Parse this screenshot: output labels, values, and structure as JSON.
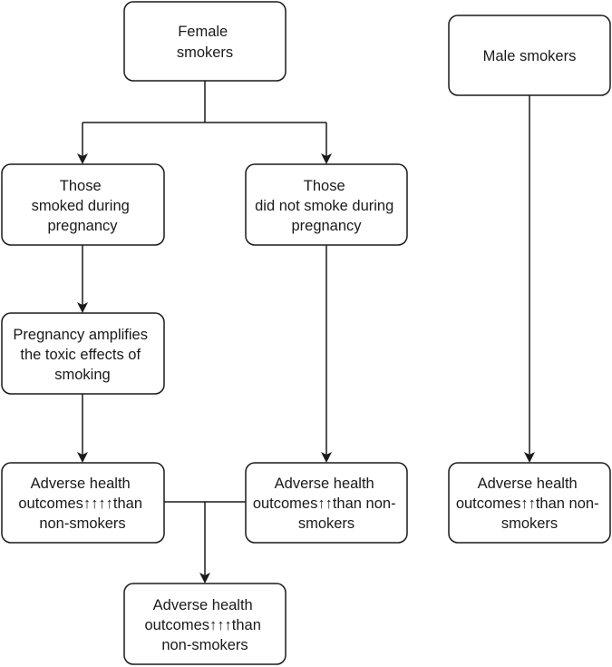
{
  "diagram": {
    "nodes": {
      "female_smokers": {
        "lines": [
          "Female",
          "smokers"
        ]
      },
      "male_smokers": {
        "lines": [
          "Male smokers"
        ]
      },
      "smoked_during_pregnancy": {
        "lines": [
          "Those",
          "smoked during",
          "pregnancy"
        ]
      },
      "did_not_smoke_during_pregnancy": {
        "lines": [
          "Those",
          "did not smoke during",
          "pregnancy"
        ]
      },
      "pregnancy_amplifies": {
        "lines": [
          "Pregnancy amplifies",
          "the toxic effects of",
          "smoking"
        ]
      },
      "outcomes_pregnant_smokers": {
        "lines": [
          "Adverse health",
          "outcomes↑↑↑↑than",
          "non-smokers"
        ]
      },
      "outcomes_nonpregnant_female": {
        "lines": [
          "Adverse health",
          "outcomes↑↑than non-",
          "smokers"
        ]
      },
      "outcomes_male": {
        "lines": [
          "Adverse health",
          "outcomes↑↑than non-",
          "smokers"
        ]
      },
      "outcomes_combined_female": {
        "lines": [
          "Adverse health",
          "outcomes↑↑↑than",
          "non-smokers"
        ]
      }
    },
    "style": {
      "stroke": "#1a1a1a",
      "fill": "#ffffff",
      "text": "#1a1a1a"
    }
  }
}
